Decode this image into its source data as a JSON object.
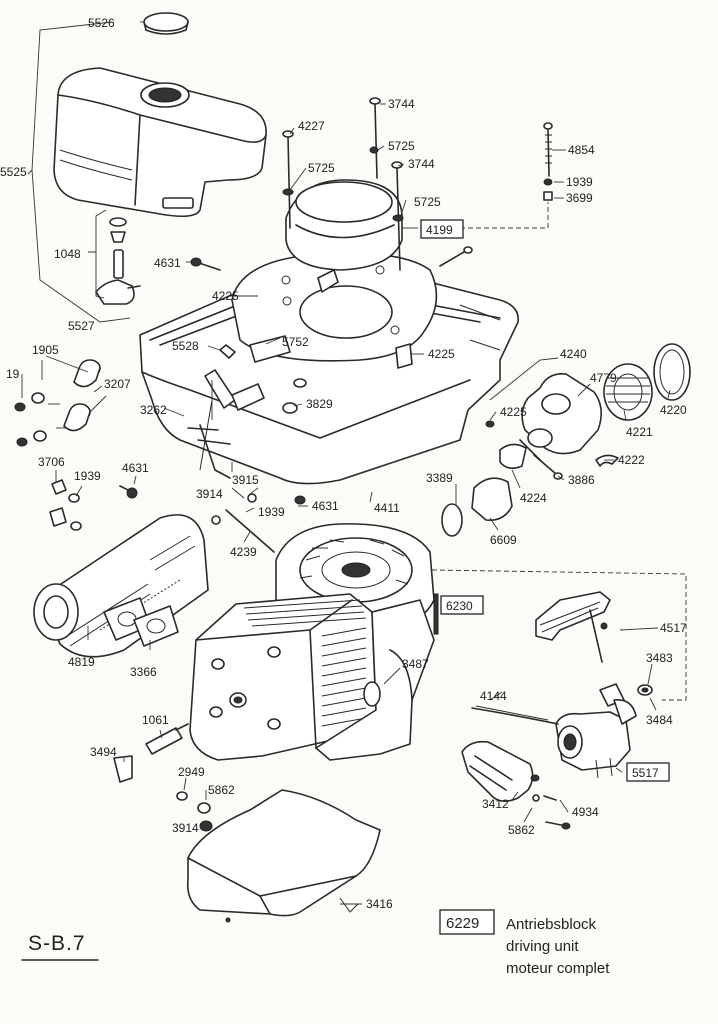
{
  "sheet": {
    "code": "S-B.7"
  },
  "legend": {
    "part_no": "6229",
    "lines": [
      "Antriebsblock",
      "driving unit",
      "moteur complet"
    ]
  },
  "callouts": [
    {
      "id": "c5526",
      "text": "5526"
    },
    {
      "id": "c5525",
      "text": "5525"
    },
    {
      "id": "c1048",
      "text": "1048"
    },
    {
      "id": "c5527",
      "text": "5527"
    },
    {
      "id": "c1905",
      "text": "1905"
    },
    {
      "id": "c19",
      "text": "19"
    },
    {
      "id": "c3207",
      "text": "3207"
    },
    {
      "id": "c3262",
      "text": "3262"
    },
    {
      "id": "c3706",
      "text": "3706"
    },
    {
      "id": "c1939a",
      "text": "1939"
    },
    {
      "id": "c4631a",
      "text": "4631"
    },
    {
      "id": "c3915",
      "text": "3915"
    },
    {
      "id": "c3914a",
      "text": "3914"
    },
    {
      "id": "c1939b",
      "text": "1939"
    },
    {
      "id": "c4631b",
      "text": "4631"
    },
    {
      "id": "c4239",
      "text": "4239"
    },
    {
      "id": "c4819",
      "text": "4819"
    },
    {
      "id": "c3366",
      "text": "3366"
    },
    {
      "id": "c1061",
      "text": "1061"
    },
    {
      "id": "c3494",
      "text": "3494"
    },
    {
      "id": "c2949",
      "text": "2949"
    },
    {
      "id": "c5862a",
      "text": "5862"
    },
    {
      "id": "c3914b",
      "text": "3914"
    },
    {
      "id": "c3416",
      "text": "3416"
    },
    {
      "id": "c3487",
      "text": "3487"
    },
    {
      "id": "c6230",
      "text": "6230",
      "boxed": true
    },
    {
      "id": "c4227",
      "text": "4227"
    },
    {
      "id": "c3744a",
      "text": "3744"
    },
    {
      "id": "c5725a",
      "text": "5725"
    },
    {
      "id": "c5725b",
      "text": "5725"
    },
    {
      "id": "c3744b",
      "text": "3744"
    },
    {
      "id": "c5725c",
      "text": "5725"
    },
    {
      "id": "c4199",
      "text": "4199",
      "boxed": true
    },
    {
      "id": "c4631c",
      "text": "4631"
    },
    {
      "id": "c4225a",
      "text": "4225"
    },
    {
      "id": "c5528",
      "text": "5528"
    },
    {
      "id": "c5752",
      "text": "5752"
    },
    {
      "id": "c4225b",
      "text": "4225"
    },
    {
      "id": "c3829",
      "text": "3829"
    },
    {
      "id": "c4411",
      "text": "4411"
    },
    {
      "id": "c4854",
      "text": "4854"
    },
    {
      "id": "c1939c",
      "text": "1939"
    },
    {
      "id": "c3699",
      "text": "3699"
    },
    {
      "id": "c4240",
      "text": "4240"
    },
    {
      "id": "c4779",
      "text": "4779"
    },
    {
      "id": "c4225c",
      "text": "4225"
    },
    {
      "id": "c4220",
      "text": "4220"
    },
    {
      "id": "c4221",
      "text": "4221"
    },
    {
      "id": "c4222",
      "text": "4222"
    },
    {
      "id": "c3886",
      "text": "3886"
    },
    {
      "id": "c4224",
      "text": "4224"
    },
    {
      "id": "c3389",
      "text": "3389"
    },
    {
      "id": "c6609",
      "text": "6609"
    },
    {
      "id": "c4517",
      "text": "4517"
    },
    {
      "id": "c3483",
      "text": "3483"
    },
    {
      "id": "c4144",
      "text": "4144"
    },
    {
      "id": "c3484",
      "text": "3484"
    },
    {
      "id": "c5517",
      "text": "5517",
      "boxed": true
    },
    {
      "id": "c3412",
      "text": "3412"
    },
    {
      "id": "c4934",
      "text": "4934"
    },
    {
      "id": "c5862b",
      "text": "5862"
    }
  ]
}
